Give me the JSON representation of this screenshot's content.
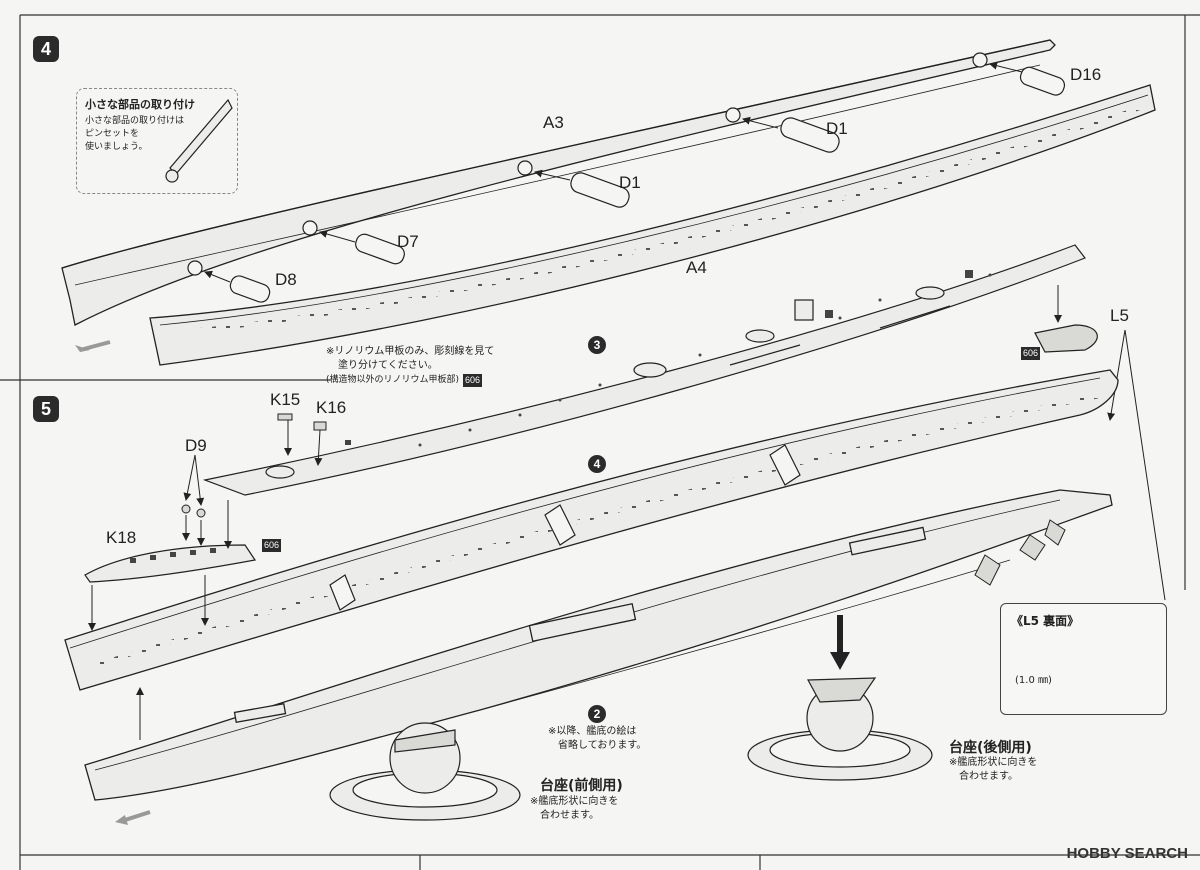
{
  "steps": {
    "step4": "4",
    "step5": "5",
    "sub3": "3",
    "sub4": "4",
    "sub2": "2"
  },
  "parts": {
    "a3": "A3",
    "a4": "A4",
    "d1_a": "D1",
    "d1_b": "D1",
    "d7": "D7",
    "d8": "D8",
    "d16": "D16",
    "l5": "L5",
    "k15": "K15",
    "k16": "K16",
    "d9": "D9",
    "k18": "K18"
  },
  "paint_chips": {
    "chip1": "606",
    "chip2": "606",
    "chip3": "606"
  },
  "tip_box": {
    "title": "小さな部品の取り付け",
    "line1": "小さな部品の取り付けは",
    "line2": "ピンセットを",
    "line3": "使いましょう。"
  },
  "linoleum_note": {
    "line1": "※リノリウム甲板のみ、彫刻線を見て",
    "line2": "塗り分けてください。",
    "line3": "(構造物以外のリノリウム甲板部)"
  },
  "omit_note": {
    "line1": "※以降、艦底の絵は",
    "line2": "省略しております。"
  },
  "stand_front": {
    "title": "台座(前側用)",
    "line1": "※艦底形状に向きを",
    "line2": "合わせます。"
  },
  "stand_rear": {
    "title": "台座(後側用)",
    "line1": "※艦底形状に向きを",
    "line2": "合わせます。"
  },
  "inset": {
    "title": "《L5 裏面》",
    "drill": "(1.0 ㎜)"
  },
  "watermark": "HOBBY SEARCH",
  "colors": {
    "ink": "#222222",
    "paper": "#f5f5f3",
    "hull_fill": "#ececea"
  }
}
